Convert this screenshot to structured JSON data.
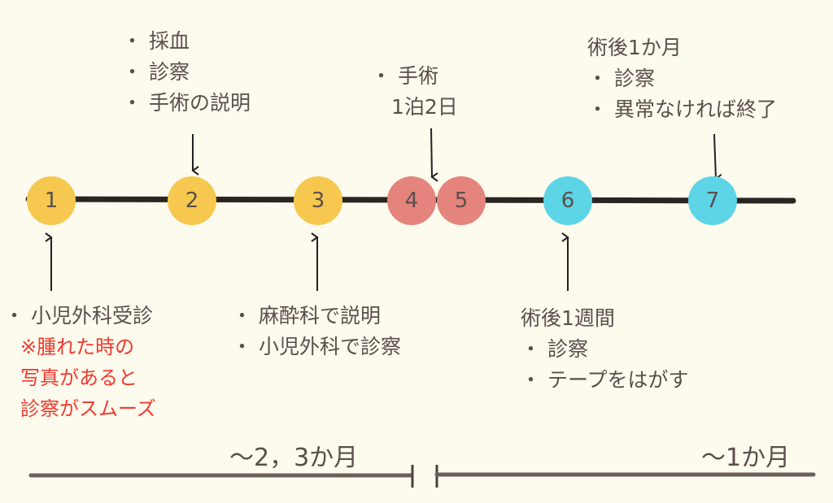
{
  "colors": {
    "early": "#f7c84f",
    "surgery": "#e4847c",
    "post": "#5dd5e6",
    "text": "#5a4f4b",
    "note": "#f0392f"
  },
  "nodes": [
    {
      "label": "1"
    },
    {
      "label": "2"
    },
    {
      "label": "3"
    },
    {
      "label": "4"
    },
    {
      "label": "5"
    },
    {
      "label": "6"
    },
    {
      "label": "7"
    }
  ],
  "step1": {
    "items": [
      "・ 小児外科受診"
    ],
    "note": [
      "※腫れた時の",
      "写真があると",
      "診察がスムーズ"
    ]
  },
  "step2": {
    "items": [
      "・ 採血",
      "・ 診察",
      "・ 手術の説明"
    ]
  },
  "step3": {
    "items": [
      "・ 麻酔科で説明",
      "・ 小児外科で診察"
    ]
  },
  "step45": {
    "items": [
      "・ 手術",
      "　1泊2日"
    ]
  },
  "step6": {
    "title": "術後1週間",
    "items": [
      "・ 診察",
      "・ テープをはがす"
    ]
  },
  "step7": {
    "title": "術後1か月",
    "items": [
      "・ 診察",
      "・ 異常なければ終了"
    ]
  },
  "periods": {
    "before": "〜2，3か月",
    "after": "〜1か月"
  }
}
